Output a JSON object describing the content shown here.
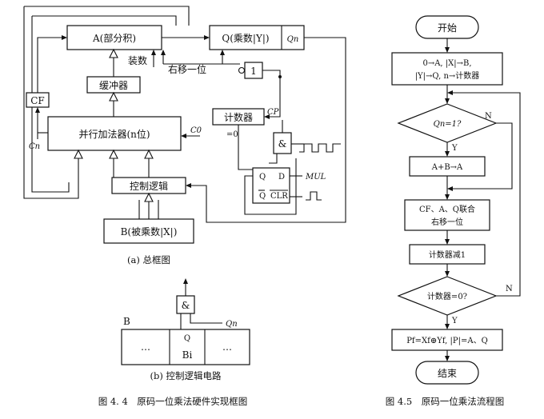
{
  "fig44": {
    "a_partial": "A(部分积)",
    "q_multiplier": "Q(乘数|Y|)",
    "qn": "Qn",
    "load": "装数",
    "shift_right": "右移一位",
    "not_gate": "1",
    "cf": "CF",
    "buffer": "缓冲器",
    "counter": "计数器",
    "cp": "CP",
    "eq0": "=0",
    "and_gate": "&",
    "adder": "并行加法器(n位)",
    "c0": "C0",
    "cn": "Cn",
    "ff_q": "Q",
    "ff_d": "D",
    "ff_qbar": "Q",
    "ff_clr": "CLR",
    "mul": "MUL",
    "control_logic": "控制逻辑",
    "b_multiplicand": "B(被乘数|X|)",
    "caption_a": "(a) 总框图",
    "b_label": "B",
    "ellipsis_left": "…",
    "bi_q": "Q",
    "bi": "Bi",
    "ellipsis_right": "…",
    "caption_b": "(b) 控制逻辑电路",
    "figure_title": "图 4. 4　原码一位乘法硬件实现框图"
  },
  "fig45": {
    "start": "开始",
    "init_line1": "0→A, |X|→B,",
    "init_line2": "|Y|→Q, n→计数器",
    "decision1": "Qn=1?",
    "n1": "N",
    "y1": "Y",
    "add": "A+B→A",
    "shift_line1": "CF、A、Q联合",
    "shift_line2": "右移一位",
    "dec_counter": "计数器减1",
    "decision2": "计数器=0?",
    "n2": "N",
    "y2": "Y",
    "result": "Pf=Xf⊕Yf, |P|=A、Q",
    "end": "结束",
    "figure_title": "图 4.5　原码一位乘法流程图"
  }
}
